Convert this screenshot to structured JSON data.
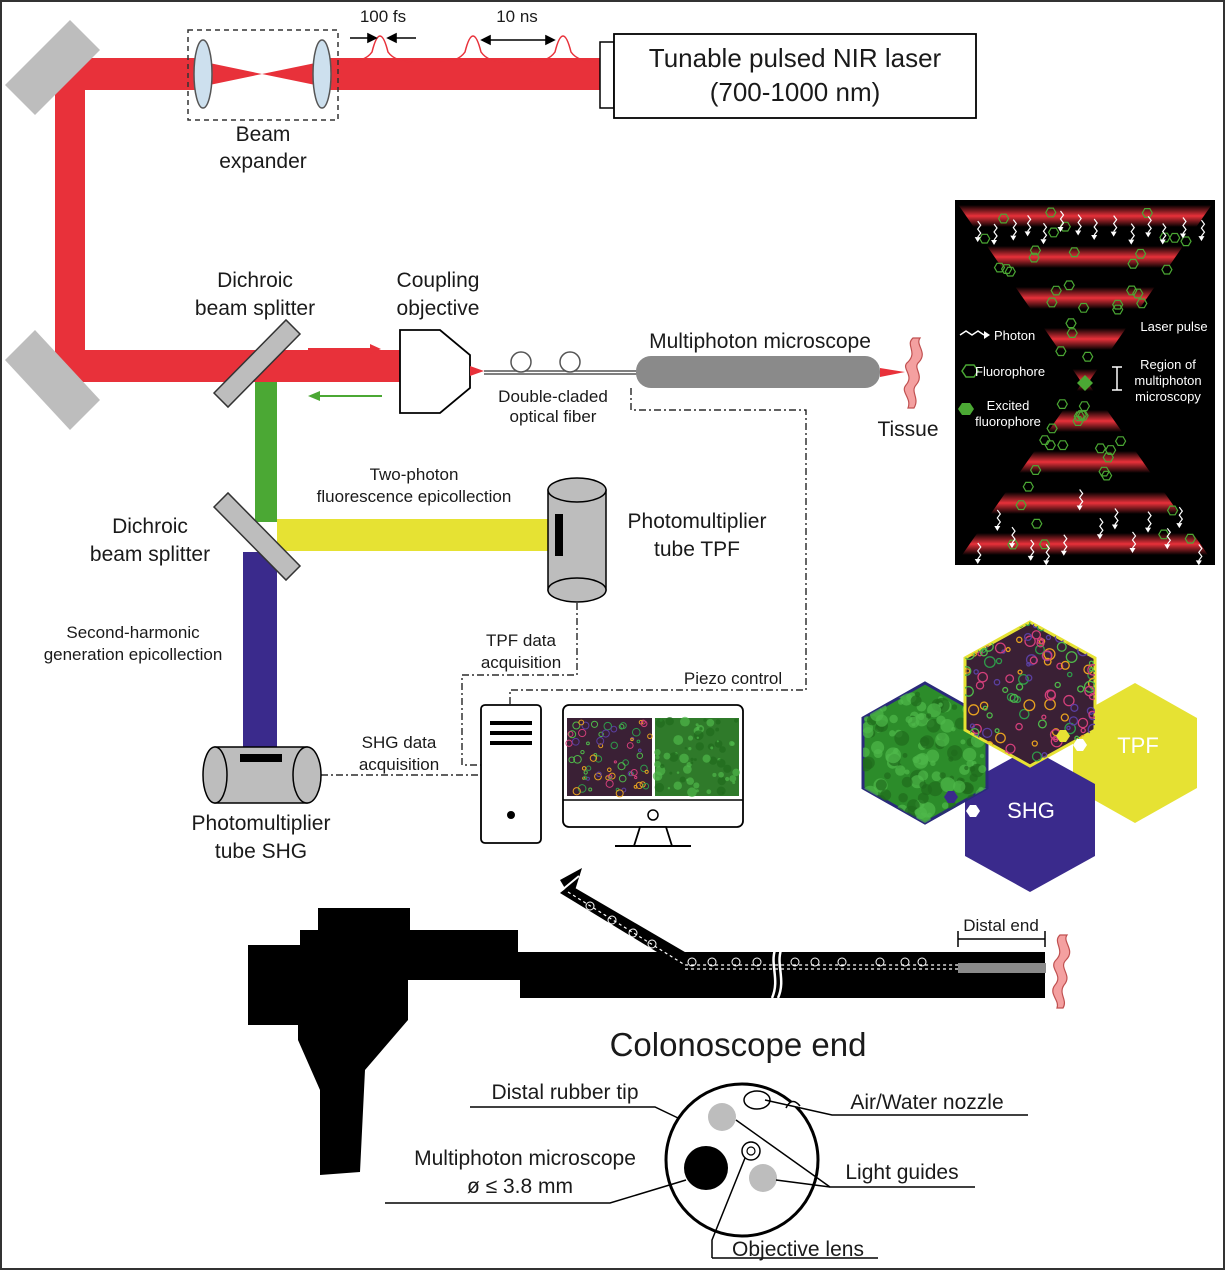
{
  "colors": {
    "nir_beam": "#e8313a",
    "tpf_beam_green": "#4ba834",
    "tpf_beam_yellow": "#e6e233",
    "shg_beam": "#3a2a8c",
    "mirror": "#bdbdbd",
    "tpf_hex": "#e6e233",
    "shg_hex": "#3a2a8c",
    "black": "#000000"
  },
  "laser": {
    "name": "Tunable pulsed NIR laser",
    "range": "(700-1000 nm)",
    "pulse_width": "100 fs",
    "pulse_period": "10 ns"
  },
  "beam_expander": {
    "line1": "Beam",
    "line2": "expander"
  },
  "dichroic_top": {
    "line1": "Dichroic",
    "line2": "beam splitter"
  },
  "dichroic_bottom": {
    "line1": "Dichroic",
    "line2": "beam splitter"
  },
  "coupling_objective": {
    "line1": "Coupling",
    "line2": "objective"
  },
  "fiber": {
    "line1": "Double-claded",
    "line2": "optical fiber"
  },
  "microscope": {
    "label": "Multiphoton microscope"
  },
  "tissue": {
    "label": "Tissue"
  },
  "tpf_epi": {
    "line1": "Two-photon",
    "line2": "fluorescence epicollection"
  },
  "pmt_tpf": {
    "line1": "Photomultiplier",
    "line2": "tube TPF"
  },
  "shg_epi": {
    "line1": "Second-harmonic",
    "line2": "generation epicollection"
  },
  "pmt_shg": {
    "line1": "Photomultiplier",
    "line2": "tube SHG"
  },
  "tpf_acq": {
    "line1": "TPF data",
    "line2": "acquisition"
  },
  "shg_acq": {
    "line1": "SHG data",
    "line2": "acquisition"
  },
  "piezo": {
    "label": "Piezo control"
  },
  "focus_panel": {
    "photon": "Photon",
    "laser_pulse": "Laser pulse",
    "fluorophore": "Fluorophore",
    "excited_line1": "Excited",
    "excited_line2": "fluorophore",
    "region_line1": "Region of",
    "region_line2": "multiphoton",
    "region_line3": "microscopy"
  },
  "hexagons": {
    "tpf": "TPF",
    "shg": "SHG"
  },
  "colonoscope": {
    "distal_end": "Distal end",
    "title": "Colonoscope end",
    "rubber_tip": "Distal rubber tip",
    "nozzle": "Air/Water nozzle",
    "mpm_line1": "Multiphoton microscope",
    "mpm_line2": "ø ≤ 3.8 mm",
    "light_guides": "Light guides",
    "objective_lens": "Objective lens"
  }
}
